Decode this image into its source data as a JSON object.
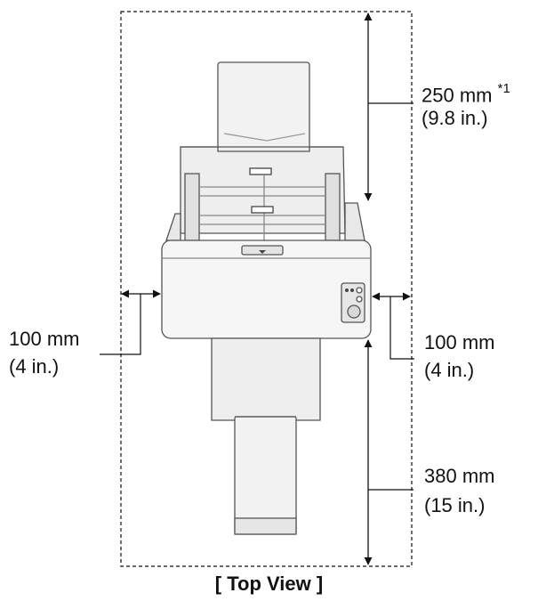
{
  "dimensions": {
    "top": {
      "mm": "250 mm",
      "note": "*1",
      "inch": "(9.8 in.)"
    },
    "left": {
      "mm": "100 mm",
      "inch": "(4 in.)"
    },
    "right": {
      "mm": "100 mm",
      "inch": "(4 in.)"
    },
    "bottom": {
      "mm": "380 mm",
      "inch": "(15 in.)"
    }
  },
  "caption": "[ Top View ]",
  "colors": {
    "line": "#111111",
    "body": "#f4f4f4",
    "body_dark": "#e2e2e2",
    "outline": "#555555"
  }
}
